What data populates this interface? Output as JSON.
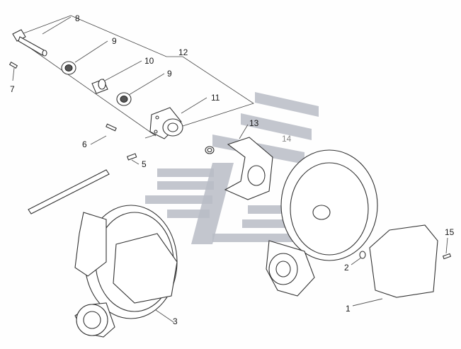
{
  "labels": {
    "l1": "1",
    "l2": "2",
    "l3": "3",
    "l5": "5",
    "l6": "6",
    "l7": "7",
    "l8": "8",
    "l9a": "9",
    "l9b": "9",
    "l10": "10",
    "l11": "11",
    "l12": "12",
    "l13": "13",
    "l14": "14",
    "l15": "15"
  },
  "colors": {
    "line": "#333333",
    "watermark": "#b8bcc6",
    "label_grey": "#8a8a8a"
  }
}
